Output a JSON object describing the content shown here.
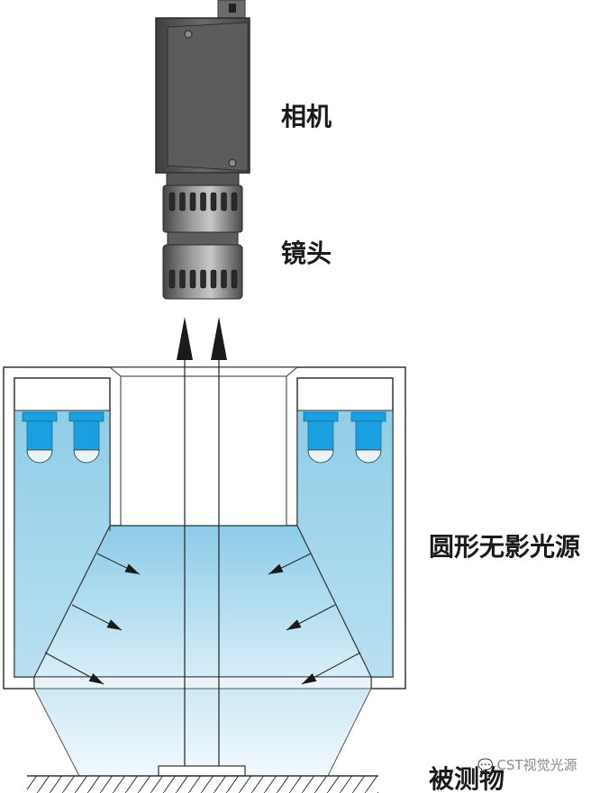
{
  "labels": {
    "camera": "相机",
    "lens": "镜头",
    "light_source": "圆形无影光源",
    "object": "被测物"
  },
  "watermark": {
    "icon": "wechat-icon",
    "text": "CST视觉光源"
  },
  "colors": {
    "light_fill": "#8fcde8",
    "led_blue": "#1aa0e0",
    "camera_body": "#5a5a5a",
    "lens_body": "#6e6e6e",
    "outline": "#333333",
    "arrow": "#1a1a1a"
  }
}
